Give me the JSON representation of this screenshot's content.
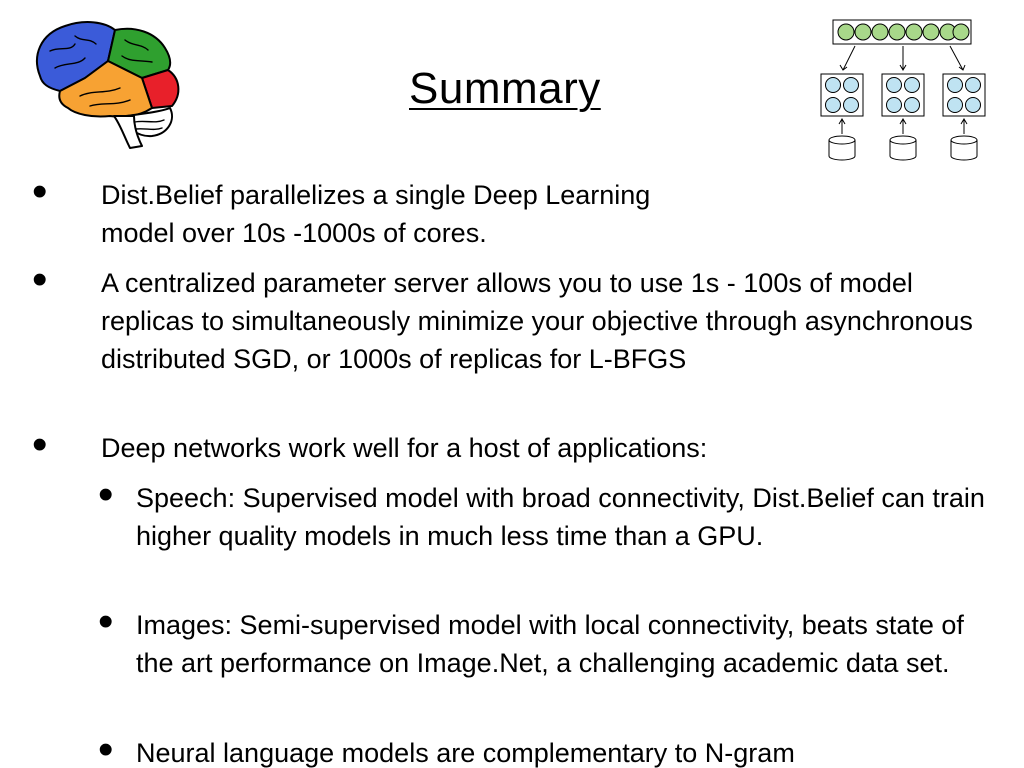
{
  "slide": {
    "title": "Summary",
    "bullets": [
      "Dist.Belief parallelizes a single Deep Learning model over 10s -1000s of cores.",
      "A centralized parameter server allows you to use 1s - 100s of model replicas to simultaneously minimize your objective through asynchronous distributed SGD, or 1000s of replicas for L-BFGS",
      "Deep networks work well for a host of applications:"
    ],
    "sub_bullets": [
      "Speech:  Supervised model with broad connectivity, Dist.Belief can train higher quality models in much less time than a GPU.",
      "Images:  Semi-supervised model with local connectivity, beats state of the art performance on Image.Net, a challenging academic data set.",
      "Neural language models are complementary to N-gram"
    ],
    "bullet_glyph": "•"
  },
  "colors": {
    "brain_blue": "#3b5bd9",
    "brain_green": "#2fa02f",
    "brain_orange": "#f7a233",
    "brain_red": "#e8202a",
    "node_green": "#a8d88a",
    "node_blue": "#bfe3f2"
  },
  "icons": [
    "brain-icon",
    "parameter-server-diagram-icon"
  ]
}
